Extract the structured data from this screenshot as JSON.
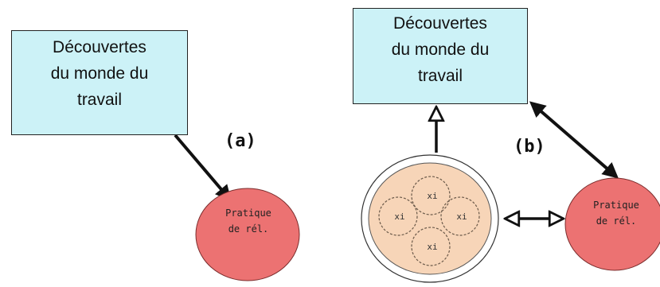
{
  "diagram": {
    "box_a": {
      "lines": [
        "Découvertes",
        "du monde du",
        "travail"
      ]
    },
    "box_b": {
      "lines": [
        "Découvertes",
        "du monde du",
        "travail"
      ]
    },
    "label_a": "(a)",
    "label_b": "(b)",
    "circle_a": {
      "lines": [
        "Pratique",
        "de rél."
      ]
    },
    "circle_b": {
      "lines": [
        "Pratique",
        "de rél."
      ]
    },
    "small_circle_labels": [
      "xi",
      "xi",
      "xi",
      "xi"
    ],
    "colors": {
      "box_fill": "#ccf2f7",
      "circle_fill": "#ec7272",
      "outer_ring_fill": "#ffffff",
      "inner_disc_fill": "#f7d5b8"
    }
  }
}
